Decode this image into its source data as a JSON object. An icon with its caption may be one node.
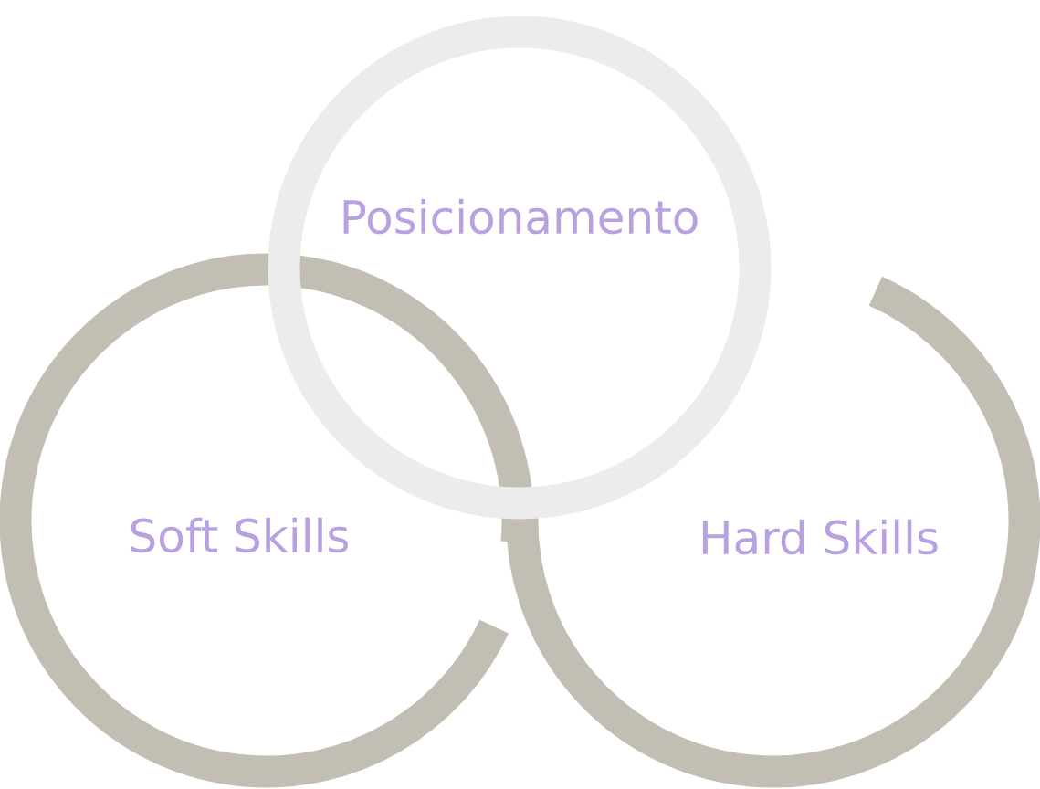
{
  "diagram": {
    "nodes": [
      {
        "text": [
          "Posicionamento"
        ]
      },
      {
        "text": [
          "Soft Skills"
        ]
      },
      {
        "text": [
          "Hard Skills"
        ]
      }
    ]
  }
}
